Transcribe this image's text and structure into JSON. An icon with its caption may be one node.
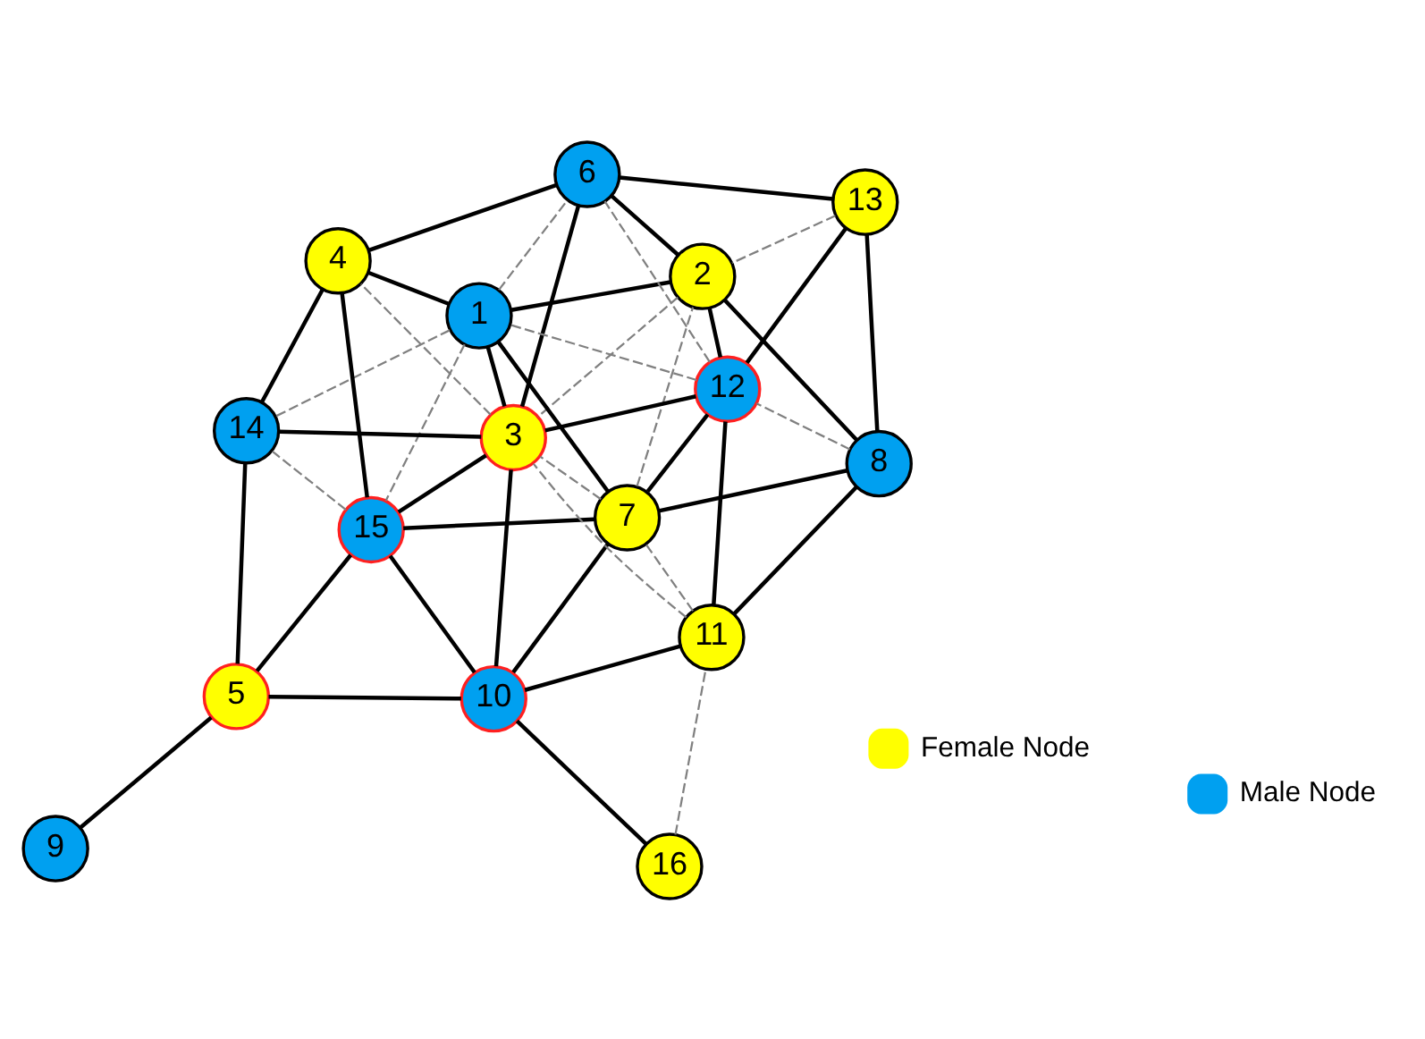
{
  "diagram": {
    "nodes": [
      {
        "text": [
          "1"
        ]
      },
      {
        "text": [
          "2"
        ]
      },
      {
        "text": [
          "3"
        ]
      },
      {
        "text": [
          "4"
        ]
      },
      {
        "text": [
          "5"
        ]
      },
      {
        "text": [
          "6"
        ]
      },
      {
        "text": [
          "7"
        ]
      },
      {
        "text": [
          "8"
        ]
      },
      {
        "text": [
          "9"
        ]
      },
      {
        "text": [
          "10"
        ]
      },
      {
        "text": [
          "11"
        ]
      },
      {
        "text": [
          "12"
        ]
      },
      {
        "text": [
          "13"
        ]
      },
      {
        "text": [
          "14"
        ]
      },
      {
        "text": [
          "15"
        ]
      },
      {
        "text": [
          "16"
        ]
      }
    ],
    "edges": [
      {
        "from": 7,
        "to": 12,
        "arrow": "none"
      },
      {
        "from": 7,
        "to": 1,
        "arrow": "none"
      },
      {
        "from": 7,
        "to": 10,
        "arrow": "none"
      },
      {
        "from": 7,
        "to": 6,
        "arrow": "none"
      },
      {
        "from": 10,
        "to": 11,
        "arrow": "none"
      },
      {
        "from": 10,
        "to": 9,
        "arrow": "none"
      },
      {
        "from": 15,
        "to": 9,
        "arrow": "none"
      },
      {
        "from": 12,
        "to": 11,
        "arrow": "none"
      },
      {
        "from": 12,
        "to": 5,
        "arrow": "none"
      },
      {
        "from": 11,
        "to": 1,
        "arrow": "none"
      },
      {
        "from": 11,
        "to": 6,
        "arrow": "none"
      },
      {
        "from": 11,
        "to": 2,
        "arrow": "none"
      },
      {
        "from": 1,
        "to": 0,
        "arrow": "none"
      },
      {
        "from": 1,
        "to": 5,
        "arrow": "none"
      },
      {
        "from": 6,
        "to": 9,
        "arrow": "none"
      },
      {
        "from": 6,
        "to": 0,
        "arrow": "none"
      },
      {
        "from": 6,
        "to": 14,
        "arrow": "none"
      },
      {
        "from": 9,
        "to": 2,
        "arrow": "none"
      },
      {
        "from": 9,
        "to": 14,
        "arrow": "none"
      },
      {
        "from": 9,
        "to": 4,
        "arrow": "none"
      },
      {
        "from": 2,
        "to": 5,
        "arrow": "none"
      },
      {
        "from": 2,
        "to": 0,
        "arrow": "none"
      },
      {
        "from": 2,
        "to": 14,
        "arrow": "none"
      },
      {
        "from": 2,
        "to": 13,
        "arrow": "none"
      },
      {
        "from": 0,
        "to": 3,
        "arrow": "none"
      },
      {
        "from": 5,
        "to": 3,
        "arrow": "none"
      },
      {
        "from": 14,
        "to": 3,
        "arrow": "none"
      },
      {
        "from": 14,
        "to": 4,
        "arrow": "none"
      },
      {
        "from": 4,
        "to": 13,
        "arrow": "none"
      },
      {
        "from": 4,
        "to": 8,
        "arrow": "none"
      },
      {
        "from": 13,
        "to": 3,
        "arrow": "none"
      },
      {
        "from": 15,
        "to": 10,
        "arrow": "none",
        "style": "dashed",
        "color": "#808080"
      },
      {
        "from": 7,
        "to": 11,
        "arrow": "none",
        "style": "dashed",
        "color": "#808080"
      },
      {
        "from": 12,
        "to": 1,
        "arrow": "none",
        "style": "dashed",
        "color": "#808080"
      },
      {
        "from": 10,
        "to": 6,
        "arrow": "none",
        "style": "dashed",
        "color": "#808080"
      },
      {
        "from": 10,
        "to": 2,
        "arrow": "none",
        "style": "dashed",
        "color": "#808080"
      },
      {
        "from": 6,
        "to": 1,
        "arrow": "none",
        "style": "dashed",
        "color": "#808080"
      },
      {
        "from": 6,
        "to": 2,
        "arrow": "none",
        "style": "dashed",
        "color": "#808080"
      },
      {
        "from": 11,
        "to": 0,
        "arrow": "none",
        "style": "dashed",
        "color": "#808080"
      },
      {
        "from": 11,
        "to": 5,
        "arrow": "none",
        "style": "dashed",
        "color": "#808080"
      },
      {
        "from": 1,
        "to": 2,
        "arrow": "none",
        "style": "dashed",
        "color": "#808080"
      },
      {
        "from": 0,
        "to": 5,
        "arrow": "none",
        "style": "dashed",
        "color": "#808080"
      },
      {
        "from": 0,
        "to": 14,
        "arrow": "none",
        "style": "dashed",
        "color": "#808080"
      },
      {
        "from": 2,
        "to": 3,
        "arrow": "none",
        "style": "dashed",
        "color": "#808080"
      },
      {
        "from": 0,
        "to": 13,
        "arrow": "none",
        "style": "dashed",
        "color": "#808080"
      },
      {
        "from": 14,
        "to": 13,
        "arrow": "none",
        "style": "dashed",
        "color": "#808080"
      }
    ],
    "legend": [
      {
        "text": "Female Node",
        "color": "#ffff00"
      },
      {
        "text": "Male Node",
        "color": "#00a0f0"
      }
    ]
  }
}
